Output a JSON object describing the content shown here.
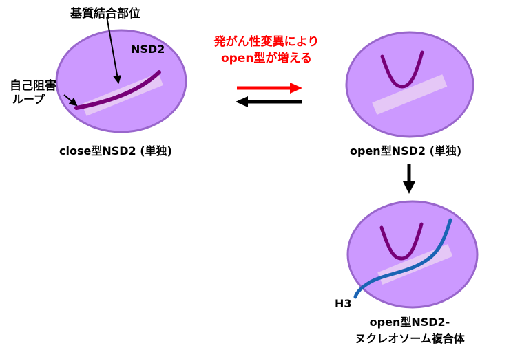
{
  "labels": {
    "substrate_site": "基質結合部位",
    "nsd2": "NSD2",
    "autoinhibitory_line1": "自己阻害",
    "autoinhibitory_line2": "ループ",
    "mutation_line1": "発がん性変異により",
    "mutation_line2": "open型が増える",
    "close_caption": "close型NSD2 (単独)",
    "open_caption": "open型NSD2 (単独)",
    "h3": "H3",
    "complex_line1": "open型NSD2-",
    "complex_line2": "ヌクレオソーム複合体"
  },
  "colors": {
    "protein_body": "#cc99ff",
    "protein_edge": "#9966cc",
    "substrate_site_bar": "#e8ccf5",
    "loop": "#770077",
    "h3_tail": "#1a64b4",
    "forward_arrow": "#ff0000",
    "reverse_arrow": "#000000"
  }
}
